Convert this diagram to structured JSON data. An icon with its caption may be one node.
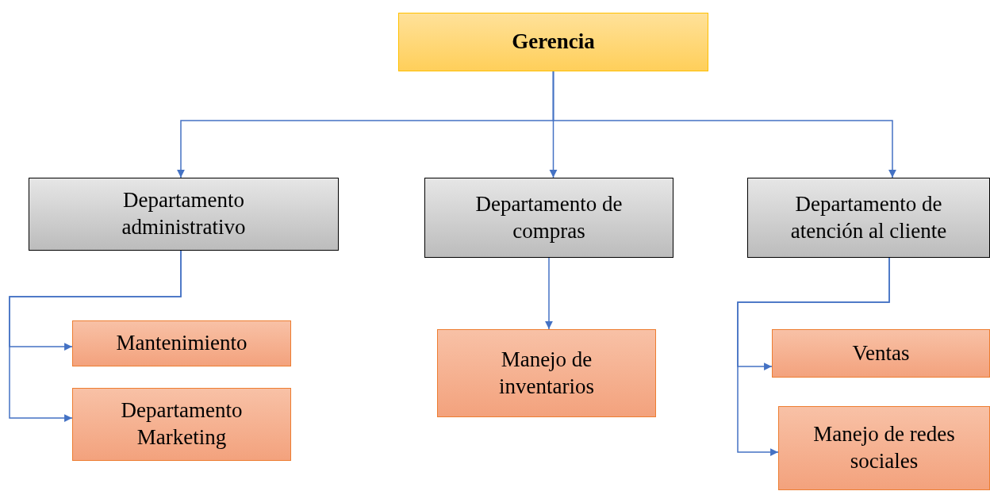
{
  "diagram": {
    "nodes": [
      {
        "text": [
          "Gerencia"
        ]
      },
      {
        "text": [
          "Departamento administrativo"
        ]
      },
      {
        "text": [
          "Departamento de compras"
        ]
      },
      {
        "text": [
          "Departamento de atención al cliente"
        ]
      },
      {
        "text": [
          "Mantenimiento"
        ]
      },
      {
        "text": [
          "Departamento Marketing"
        ]
      },
      {
        "text": [
          "Manejo de inventarios"
        ]
      },
      {
        "text": [
          "Ventas"
        ]
      },
      {
        "text": [
          "Manejo de redes sociales"
        ]
      }
    ],
    "edges": [
      {
        "from": 0,
        "to": 1,
        "arrow": "to"
      },
      {
        "from": 0,
        "to": 2,
        "arrow": "to"
      },
      {
        "from": 0,
        "to": 3,
        "arrow": "to"
      },
      {
        "from": 1,
        "to": 4,
        "arrow": "to"
      },
      {
        "from": 1,
        "to": 5,
        "arrow": "to"
      },
      {
        "from": 2,
        "to": 6,
        "arrow": "to"
      },
      {
        "from": 3,
        "to": 7,
        "arrow": "to"
      },
      {
        "from": 3,
        "to": 8,
        "arrow": "to"
      }
    ]
  }
}
